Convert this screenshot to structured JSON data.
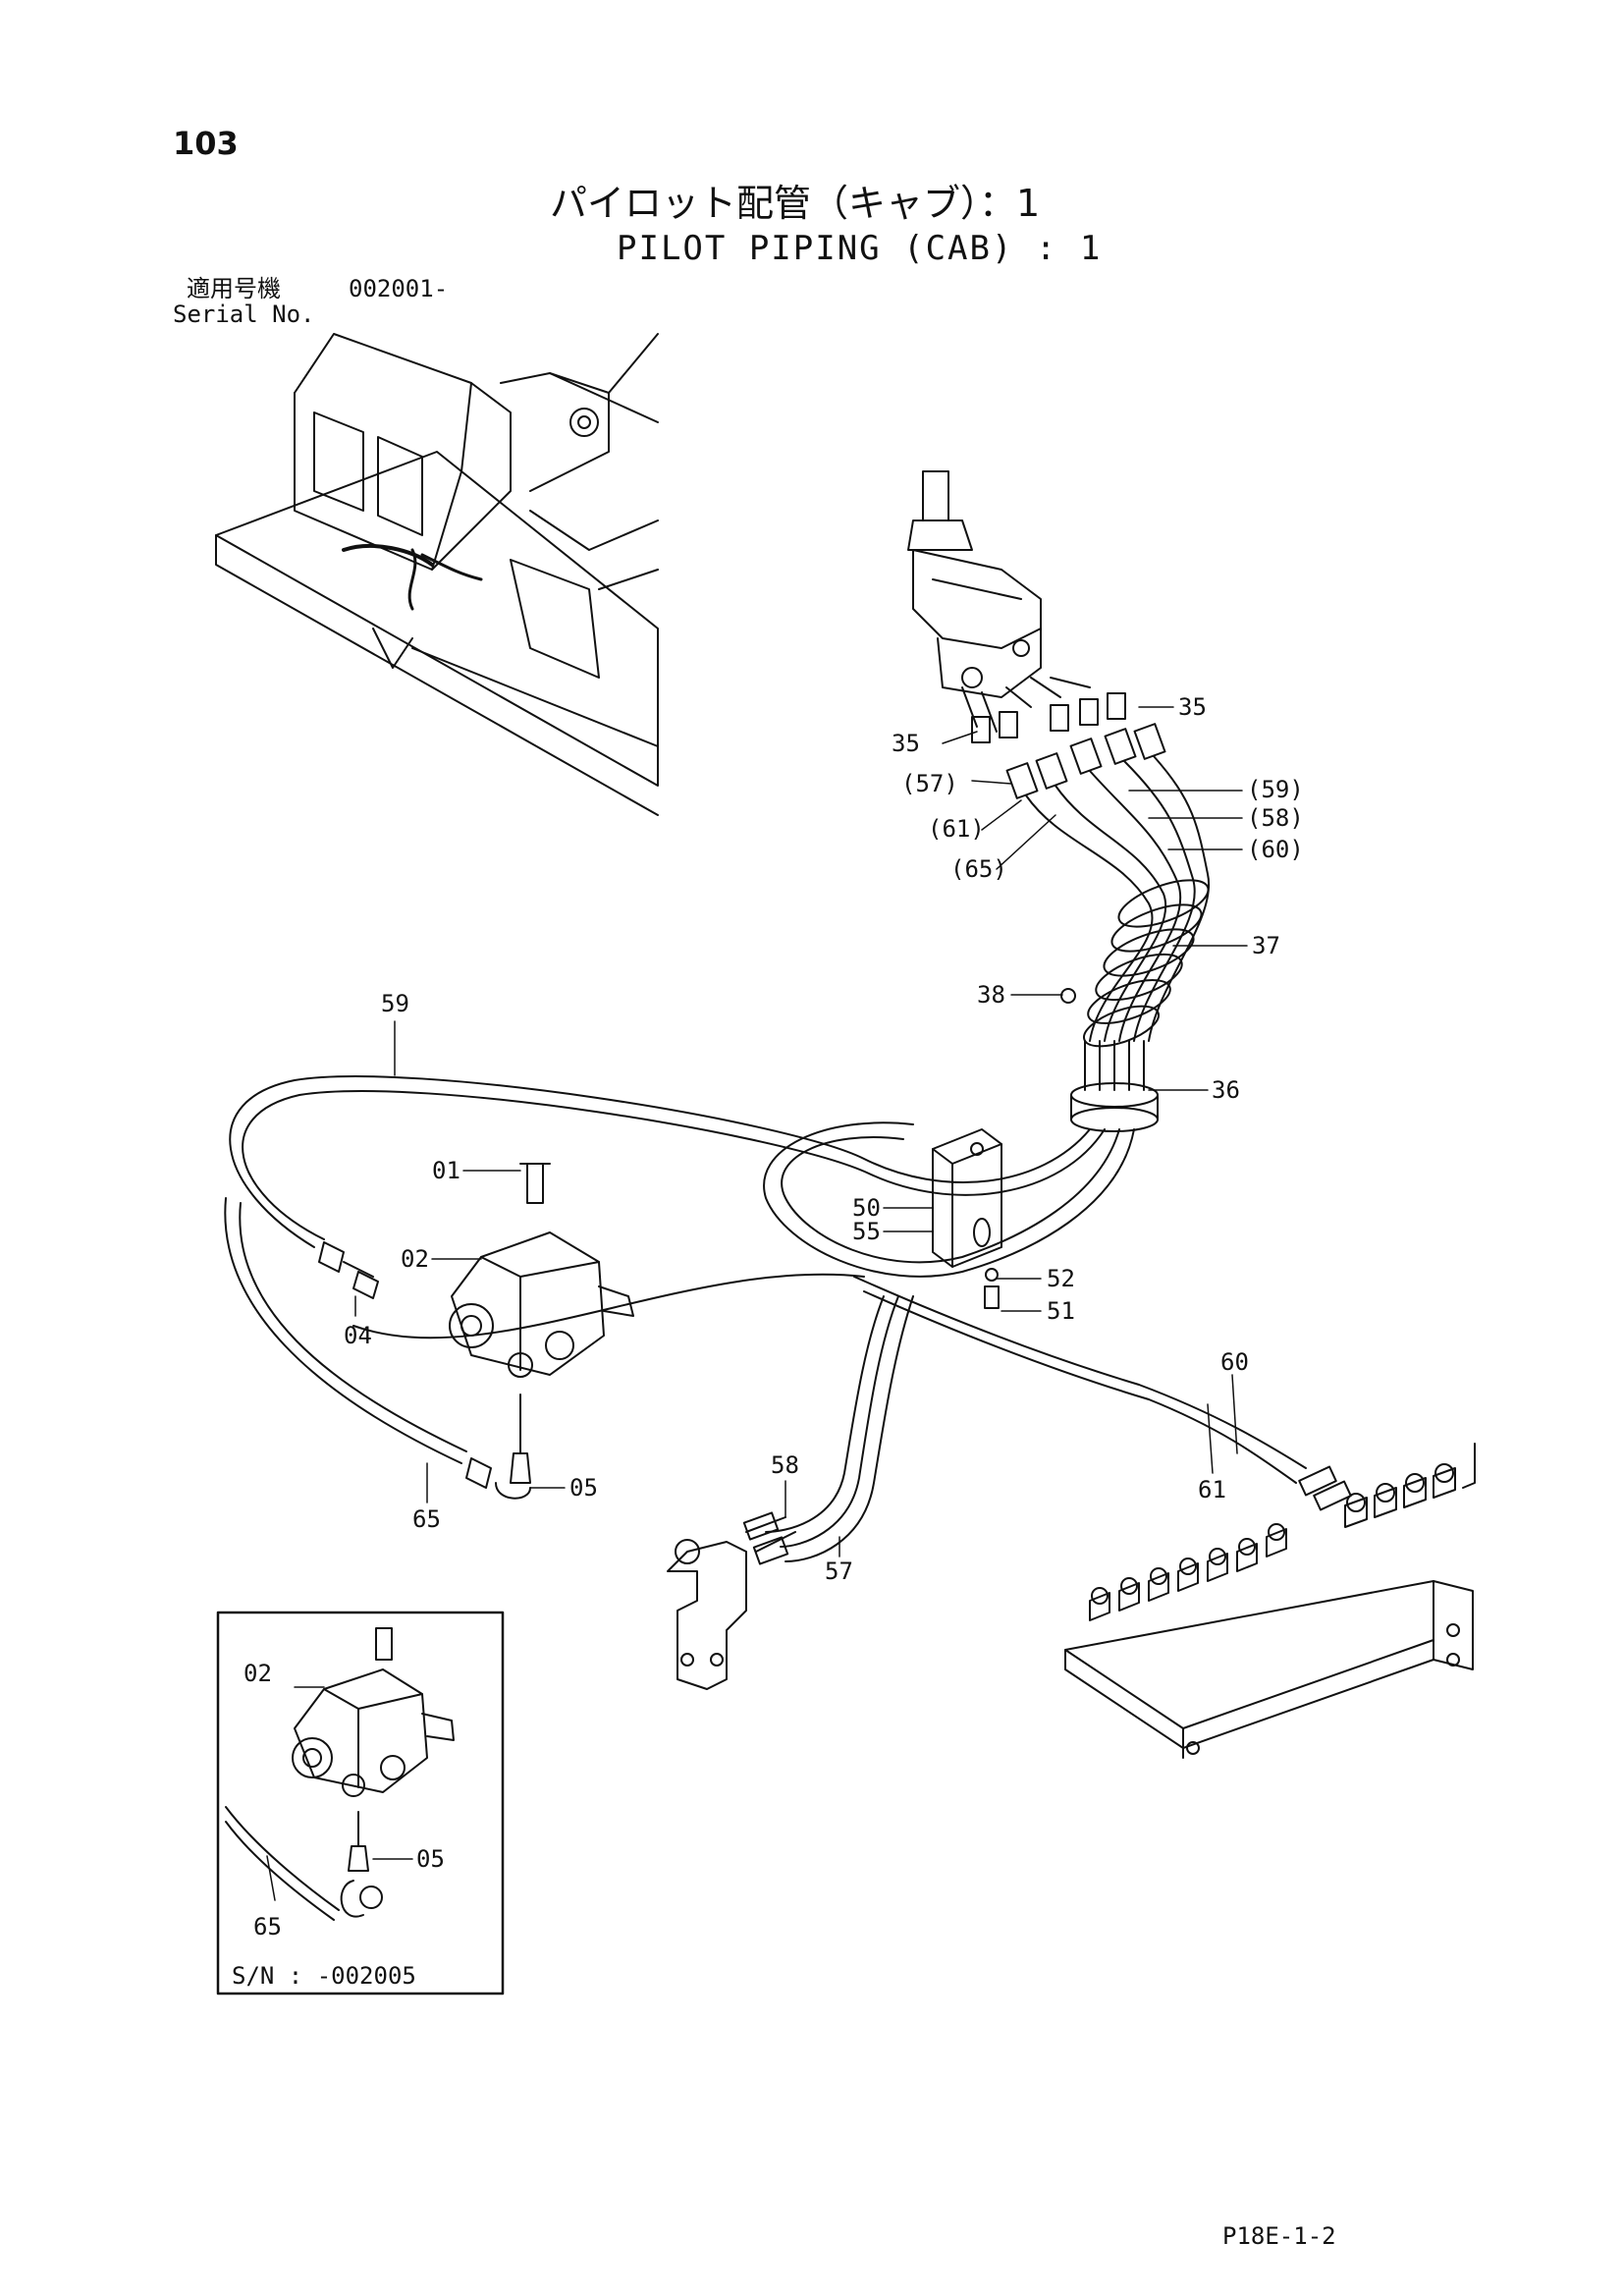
{
  "page": {
    "number": "103",
    "title_jp": "パイロット配管（キャブ）：1",
    "title_en": "PILOT PIPING (CAB) : 1",
    "serial_label_jp": "適用号機",
    "serial_value": "002001-",
    "serial_label_en": "Serial No.",
    "page_code": "P18E-1-2"
  },
  "callouts": {
    "c35a": "35",
    "c35b": "35",
    "c57p": "(57)",
    "c59p": "(59)",
    "c58p": "(58)",
    "c61p": "(61)",
    "c60p": "(60)",
    "c65p": "(65)",
    "c37": "37",
    "c38": "38",
    "c36": "36",
    "c59": "59",
    "c01": "01",
    "c02": "02",
    "c50": "50",
    "c55": "55",
    "c52": "52",
    "c51": "51",
    "c04": "04",
    "c60": "60",
    "c61": "61",
    "c65": "65",
    "c05": "05",
    "c58": "58",
    "c57": "57"
  },
  "inset": {
    "c02": "02",
    "c05": "05",
    "c65": "65",
    "serial": "S/N : -002005"
  }
}
